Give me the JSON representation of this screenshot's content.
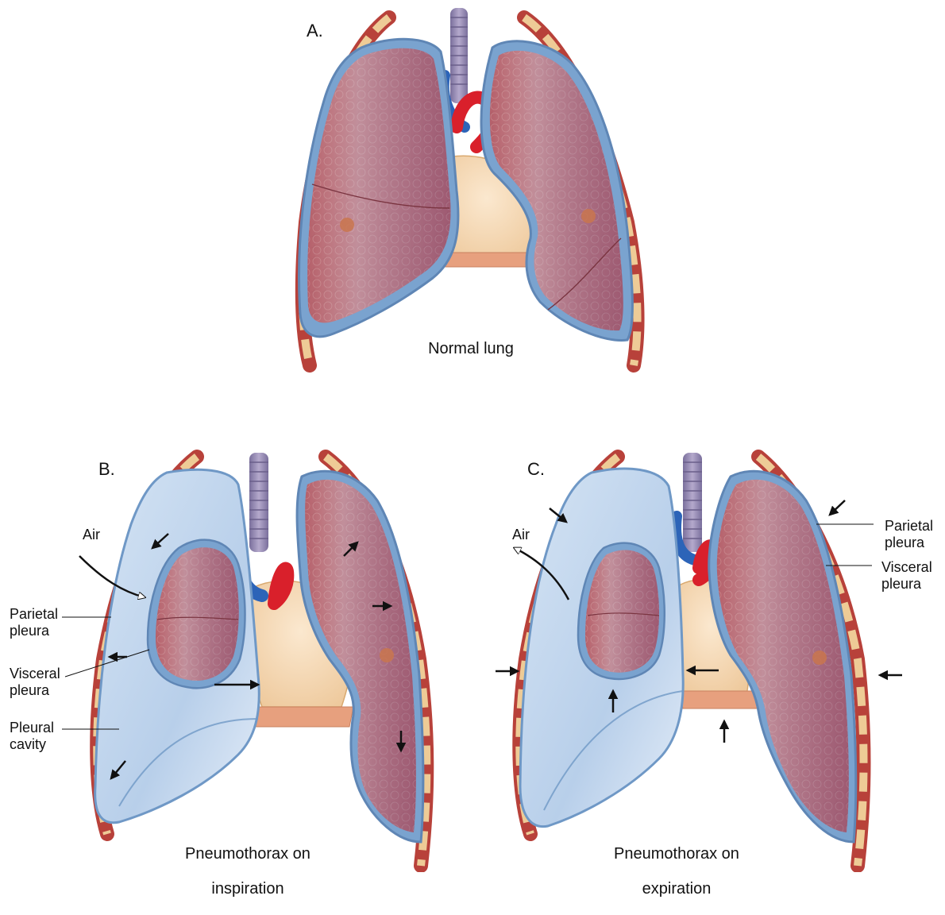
{
  "panels": {
    "a": {
      "letter": "A.",
      "caption": "Normal lung"
    },
    "b": {
      "letter": "B.",
      "caption_line1": "Pneumothorax on",
      "caption_line2": "inspiration",
      "labels": {
        "air": "Air",
        "parietal": "Parietal\npleura",
        "visceral": "Visceral\npleura",
        "cavity": "Pleural\ncavity"
      }
    },
    "c": {
      "letter": "C.",
      "caption_line1": "Pneumothorax on",
      "caption_line2": "expiration",
      "labels": {
        "air": "Air",
        "parietal": "Parietal\npleura",
        "visceral": "Visceral\npleura"
      }
    }
  },
  "colors": {
    "lung": "#b5606a",
    "pleura": "#7aa3cf",
    "pleural_air": "#c4d8ee",
    "rib": "#eecb96",
    "muscle": "#b8413a",
    "trachea": "#9c8fb7",
    "aorta": "#d9202b",
    "vein": "#2c64b8",
    "heart": "#f6d9b3",
    "diaphragm": "#e7a07e"
  }
}
